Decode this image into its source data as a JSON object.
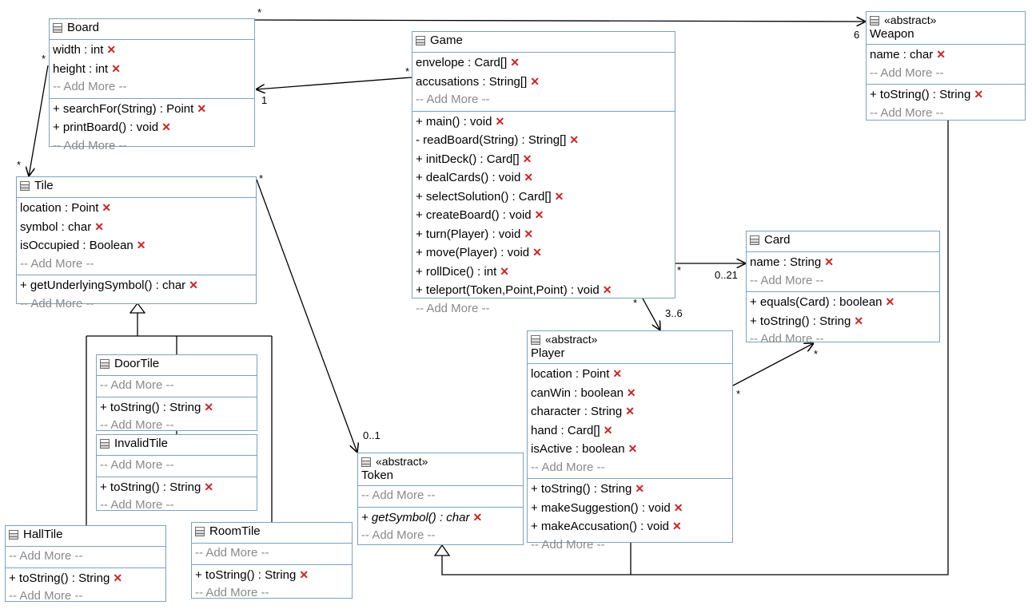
{
  "classes": {
    "board": {
      "name": "Board",
      "attrs": [
        "width : int",
        "height : int"
      ],
      "ops": [
        "+ searchFor(String) : Point",
        "+ printBoard() : void"
      ]
    },
    "game": {
      "name": "Game",
      "attrs": [
        "envelope : Card[]",
        "accusations : String[]"
      ],
      "ops": [
        "+ main() : void",
        "- readBoard(String) : String[]",
        "+ initDeck() : Card[]",
        "+ dealCards() : void",
        "+ selectSolution() : Card[]",
        "+ createBoard() : void",
        "+ turn(Player) : void",
        "+ move(Player) : void",
        "+ rollDice() : int",
        "+ teleport(Token,Point,Point) : void"
      ]
    },
    "weapon": {
      "stereotype": "«abstract»",
      "name": "Weapon",
      "attrs": [
        "name : char"
      ],
      "ops": [
        "+ toString() : String"
      ]
    },
    "tile": {
      "name": "Tile",
      "attrs": [
        "location : Point",
        "symbol : char",
        "isOccupied : Boolean"
      ],
      "ops": [
        "+ getUnderlyingSymbol() : char"
      ]
    },
    "card": {
      "name": "Card",
      "attrs": [
        "name : String"
      ],
      "ops": [
        "+ equals(Card) : boolean",
        "+ toString() : String"
      ]
    },
    "player": {
      "stereotype": "«abstract»",
      "name": "Player",
      "attrs": [
        "location : Point",
        "canWin : boolean",
        "character : String",
        "hand : Card[]",
        "isActive : boolean"
      ],
      "ops": [
        "+ toString() : String",
        "+ makeSuggestion() : void",
        "+ makeAccusation() : void"
      ]
    },
    "doortile": {
      "name": "DoorTile",
      "ops": [
        "+ toString() : String"
      ]
    },
    "invalidtile": {
      "name": "InvalidTile",
      "ops": [
        "+ toString() : String"
      ]
    },
    "token": {
      "stereotype": "«abstract»",
      "name": "Token",
      "ops": [
        "+ getSymbol() : char"
      ]
    },
    "halltile": {
      "name": "HallTile",
      "ops": [
        "+ toString() : String"
      ]
    },
    "roomtile": {
      "name": "RoomTile",
      "ops": [
        "+ toString() : String"
      ]
    }
  },
  "add_more": "-- Add More --",
  "delete_mark": "✕",
  "multiplicities": {
    "board_weapon_star": "*",
    "weapon_six": "6",
    "board_tile_star_top": "*",
    "board_tile_star_bottom": "*",
    "game_board_star": "*",
    "game_board_one": "1",
    "tile_token_star": "*",
    "tile_token_01": "0..1",
    "game_card_star": "*",
    "game_card_021": "0..21",
    "game_player_star": "*",
    "game_player_36": "3..6",
    "player_card_star_player": "*",
    "player_card_star_card": "*"
  }
}
